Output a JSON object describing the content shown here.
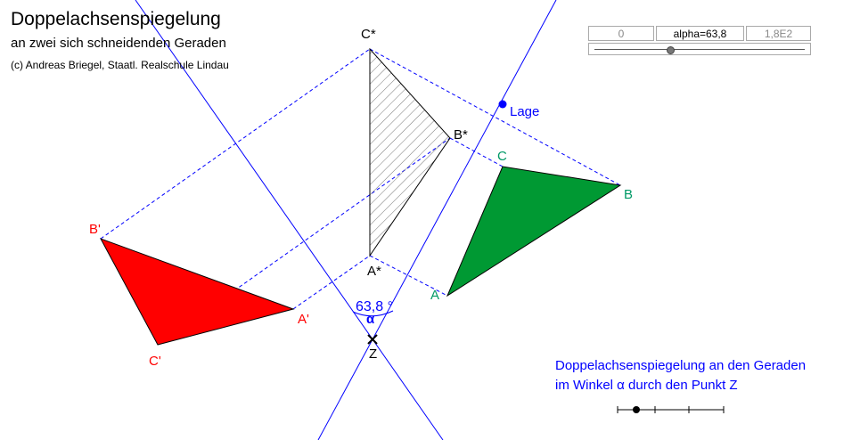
{
  "title": "Doppelachsenspiegelung",
  "subtitle": "an zwei sich schneidenden Geraden",
  "copyright": "(c) Andreas Briegel, Staatl. Realschule Lindau",
  "control": {
    "min": "0",
    "value_label": "alpha=63,8",
    "max": "1,8E2",
    "slider_fraction": 0.355
  },
  "points": {
    "A": "A",
    "B": "B",
    "C": "C",
    "A1": "A'",
    "B1": "B'",
    "C1": "C'",
    "A2": "A*",
    "B2": "B*",
    "C2": "C*",
    "Z": "Z",
    "Lage": "Lage"
  },
  "angle": {
    "value": "63,8 °",
    "symbol": "α"
  },
  "description": {
    "line1": "Doppelachsenspiegelung an den Geraden",
    "line2": "im Winkel α durch den Punkt Z"
  },
  "colors": {
    "original": "#009933",
    "first": "#ff0000",
    "axis": "#0000ff"
  }
}
